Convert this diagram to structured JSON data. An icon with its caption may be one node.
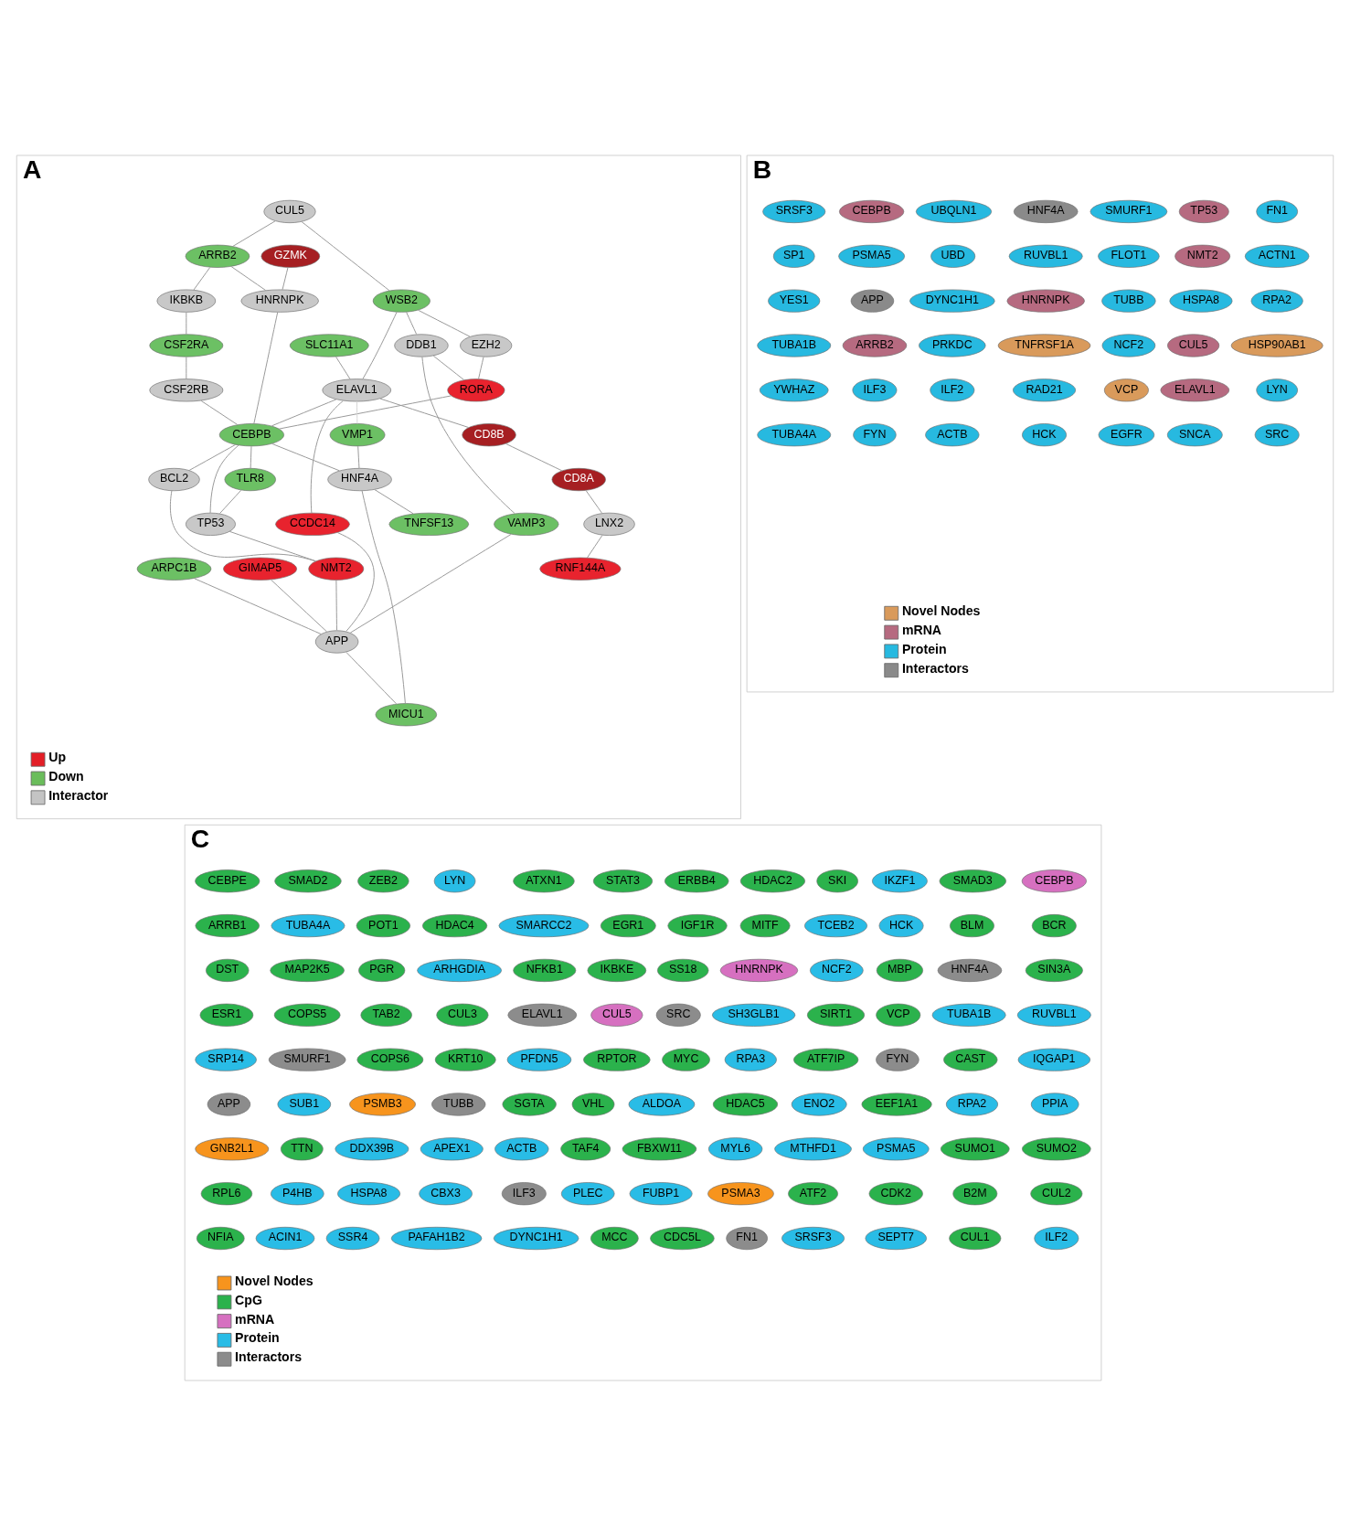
{
  "diagram": {
    "nodes": [
      {
        "text": [
          "A"
        ]
      },
      {
        "text": [
          "CUL5"
        ],
        "in": 0
      },
      {
        "text": [
          "ARRB2"
        ],
        "in": 0
      },
      {
        "text": [
          "IKBKB"
        ],
        "in": 0
      },
      {
        "text": [
          "CSF2RA"
        ],
        "in": 0
      },
      {
        "text": [
          "GZMK"
        ],
        "in": 0
      },
      {
        "text": [
          "WSB2"
        ],
        "in": 0
      },
      {
        "text": [
          "HNRNPK"
        ],
        "in": 0
      },
      {
        "text": [
          "CSF2RB"
        ],
        "in": 0
      },
      {
        "text": [
          "DDB1"
        ],
        "in": 0
      },
      {
        "text": [
          "EZH2"
        ],
        "in": 0
      },
      {
        "text": [
          "VAMP3"
        ],
        "in": 0
      },
      {
        "text": [
          "SLC11A1"
        ],
        "in": 0
      },
      {
        "text": [
          "RORA"
        ],
        "in": 0
      },
      {
        "text": [
          "CEBPB"
        ],
        "in": 0
      },
      {
        "text": [
          "ELAVL1"
        ],
        "in": 0
      },
      {
        "text": [
          "TLR8"
        ],
        "in": 0
      },
      {
        "text": [
          "GIMAP5"
        ],
        "in": 0
      },
      {
        "text": [
          "TP53"
        ],
        "in": 0
      },
      {
        "text": [
          "BCL2"
        ],
        "in": 0
      },
      {
        "text": [
          "CD8B"
        ],
        "in": 0
      },
      {
        "text": [
          "VMP1"
        ],
        "in": 0
      },
      {
        "text": [
          "NMT2"
        ],
        "in": 0
      },
      {
        "text": [
          "ARPC1B"
        ],
        "in": 0
      },
      {
        "text": [
          "CD8A"
        ],
        "in": 0
      },
      {
        "text": [
          "HNF4A"
        ],
        "in": 0
      },
      {
        "text": [
          "CCDC14"
        ],
        "in": 0
      },
      {
        "text": [
          "APP"
        ],
        "in": 0
      },
      {
        "text": [
          "LNX2"
        ],
        "in": 0
      },
      {
        "text": [
          "RNF144A"
        ],
        "in": 0
      },
      {
        "text": [
          "MICU1"
        ],
        "in": 0
      },
      {
        "text": [
          "TNFSF13"
        ],
        "in": 0
      },
      {
        "text": [
          "B"
        ]
      },
      {
        "text": [
          "FN1"
        ],
        "in": 32
      },
      {
        "text": [
          "TP53"
        ],
        "in": 32
      },
      {
        "text": [
          "SMURF1"
        ],
        "in": 32
      },
      {
        "text": [
          "HNF4A"
        ],
        "in": 32
      },
      {
        "text": [
          "UBQLN1"
        ],
        "in": 32
      },
      {
        "text": [
          "CEBPB"
        ],
        "in": 32
      },
      {
        "text": [
          "SRSF3"
        ],
        "in": 32
      },
      {
        "text": [
          "ACTN1"
        ],
        "in": 32
      },
      {
        "text": [
          "NMT2"
        ],
        "in": 32
      },
      {
        "text": [
          "FLOT1"
        ],
        "in": 32
      },
      {
        "text": [
          "RUVBL1"
        ],
        "in": 32
      },
      {
        "text": [
          "UBD"
        ],
        "in": 32
      },
      {
        "text": [
          "PSMA5"
        ],
        "in": 32
      },
      {
        "text": [
          "SP1"
        ],
        "in": 32
      },
      {
        "text": [
          "RPA2"
        ],
        "in": 32
      },
      {
        "text": [
          "HSPA8"
        ],
        "in": 32
      },
      {
        "text": [
          "TUBB"
        ],
        "in": 32
      },
      {
        "text": [
          "HNRNPK"
        ],
        "in": 32
      },
      {
        "text": [
          "DYNC1H1"
        ],
        "in": 32
      },
      {
        "text": [
          "APP"
        ],
        "in": 32
      },
      {
        "text": [
          "YES1"
        ],
        "in": 32
      },
      {
        "text": [
          "HSP90AB1"
        ],
        "in": 32
      },
      {
        "text": [
          "CUL5"
        ],
        "in": 32
      },
      {
        "text": [
          "NCF2"
        ],
        "in": 32
      },
      {
        "text": [
          "TNFRSF1A"
        ],
        "in": 32
      },
      {
        "text": [
          "PRKDC"
        ],
        "in": 32
      },
      {
        "text": [
          "ARRB2"
        ],
        "in": 32
      },
      {
        "text": [
          "TUBA1B"
        ],
        "in": 32
      },
      {
        "text": [
          "LYN"
        ],
        "in": 32
      },
      {
        "text": [
          "ELAVL1"
        ],
        "in": 32
      },
      {
        "text": [
          "VCP"
        ],
        "in": 32
      },
      {
        "text": [
          "RAD21"
        ],
        "in": 32
      },
      {
        "text": [
          "ILF2"
        ],
        "in": 32
      },
      {
        "text": [
          "ILF3"
        ],
        "in": 32
      },
      {
        "text": [
          "YWHAZ"
        ],
        "in": 32
      },
      {
        "text": [
          "SRC"
        ],
        "in": 32
      },
      {
        "text": [
          "SNCA"
        ],
        "in": 32
      },
      {
        "text": [
          "EGFR"
        ],
        "in": 32
      },
      {
        "text": [
          "HCK"
        ],
        "in": 32
      },
      {
        "text": [
          "ACTB"
        ],
        "in": 32
      },
      {
        "text": [
          "FYN"
        ],
        "in": 32
      },
      {
        "text": [
          "TUBA4A"
        ],
        "in": 32
      },
      {
        "text": [
          "C"
        ]
      },
      {
        "text": [
          "CEBPB"
        ],
        "in": 75
      },
      {
        "text": [
          "SMAD3"
        ],
        "in": 75
      },
      {
        "text": [
          "IKZF1"
        ],
        "in": 75
      },
      {
        "text": [
          "SKI"
        ],
        "in": 75
      },
      {
        "text": [
          "HDAC2"
        ],
        "in": 75
      },
      {
        "text": [
          "ERBB4"
        ],
        "in": 75
      },
      {
        "text": [
          "STAT3"
        ],
        "in": 75
      },
      {
        "text": [
          "ATXN1"
        ],
        "in": 75
      },
      {
        "text": [
          "LYN"
        ],
        "in": 75
      },
      {
        "text": [
          "ZEB2"
        ],
        "in": 75
      },
      {
        "text": [
          "SMAD2"
        ],
        "in": 75
      },
      {
        "text": [
          "CEBPE"
        ],
        "in": 75
      },
      {
        "text": [
          "BCR"
        ],
        "in": 75
      },
      {
        "text": [
          "BLM"
        ],
        "in": 75
      },
      {
        "text": [
          "HCK"
        ],
        "in": 75
      },
      {
        "text": [
          "TCEB2"
        ],
        "in": 75
      },
      {
        "text": [
          "MITF"
        ],
        "in": 75
      },
      {
        "text": [
          "IGF1R"
        ],
        "in": 75
      },
      {
        "text": [
          "EGR1"
        ],
        "in": 75
      },
      {
        "text": [
          "SMARCC2"
        ],
        "in": 75
      },
      {
        "text": [
          "HDAC4"
        ],
        "in": 75
      },
      {
        "text": [
          "POT1"
        ],
        "in": 75
      },
      {
        "text": [
          "TUBA4A"
        ],
        "in": 75
      },
      {
        "text": [
          "ARRB1"
        ],
        "in": 75
      },
      {
        "text": [
          "SIN3A"
        ],
        "in": 75
      },
      {
        "text": [
          "HNF4A"
        ],
        "in": 75
      },
      {
        "text": [
          "MBP"
        ],
        "in": 75
      },
      {
        "text": [
          "NCF2"
        ],
        "in": 75
      },
      {
        "text": [
          "HNRNPK"
        ],
        "in": 75
      },
      {
        "text": [
          "SS18"
        ],
        "in": 75
      },
      {
        "text": [
          "IKBKE"
        ],
        "in": 75
      },
      {
        "text": [
          "NFKB1"
        ],
        "in": 75
      },
      {
        "text": [
          "ARHGDIA"
        ],
        "in": 75
      },
      {
        "text": [
          "PGR"
        ],
        "in": 75
      },
      {
        "text": [
          "MAP2K5"
        ],
        "in": 75
      },
      {
        "text": [
          "DST"
        ],
        "in": 75
      },
      {
        "text": [
          "RUVBL1"
        ],
        "in": 75
      },
      {
        "text": [
          "TUBA1B"
        ],
        "in": 75
      },
      {
        "text": [
          "VCP"
        ],
        "in": 75
      },
      {
        "text": [
          "SIRT1"
        ],
        "in": 75
      },
      {
        "text": [
          "SH3GLB1"
        ],
        "in": 75
      },
      {
        "text": [
          "SRC"
        ],
        "in": 75
      },
      {
        "text": [
          "CUL5"
        ],
        "in": 75
      },
      {
        "text": [
          "ELAVL1"
        ],
        "in": 75
      },
      {
        "text": [
          "CUL3"
        ],
        "in": 75
      },
      {
        "text": [
          "TAB2"
        ],
        "in": 75
      },
      {
        "text": [
          "COPS5"
        ],
        "in": 75
      },
      {
        "text": [
          "ESR1"
        ],
        "in": 75
      },
      {
        "text": [
          "IQGAP1"
        ],
        "in": 75
      },
      {
        "text": [
          "CAST"
        ],
        "in": 75
      },
      {
        "text": [
          "FYN"
        ],
        "in": 75
      },
      {
        "text": [
          "ATF7IP"
        ],
        "in": 75
      },
      {
        "text": [
          "RPA3"
        ],
        "in": 75
      },
      {
        "text": [
          "MYC"
        ],
        "in": 75
      },
      {
        "text": [
          "RPTOR"
        ],
        "in": 75
      },
      {
        "text": [
          "PFDN5"
        ],
        "in": 75
      },
      {
        "text": [
          "KRT10"
        ],
        "in": 75
      },
      {
        "text": [
          "COPS6"
        ],
        "in": 75
      },
      {
        "text": [
          "SMURF1"
        ],
        "in": 75
      },
      {
        "text": [
          "SRP14"
        ],
        "in": 75
      },
      {
        "text": [
          "PPIA"
        ],
        "in": 75
      },
      {
        "text": [
          "RPA2"
        ],
        "in": 75
      },
      {
        "text": [
          "EEF1A1"
        ],
        "in": 75
      },
      {
        "text": [
          "ENO2"
        ],
        "in": 75
      },
      {
        "text": [
          "HDAC5"
        ],
        "in": 75
      },
      {
        "text": [
          "ALDOA"
        ],
        "in": 75
      },
      {
        "text": [
          "VHL"
        ],
        "in": 75
      },
      {
        "text": [
          "SGTA"
        ],
        "in": 75
      },
      {
        "text": [
          "TUBB"
        ],
        "in": 75
      },
      {
        "text": [
          "PSMB3"
        ],
        "in": 75
      },
      {
        "text": [
          "SUB1"
        ],
        "in": 75
      },
      {
        "text": [
          "APP"
        ],
        "in": 75
      },
      {
        "text": [
          "SUMO2"
        ],
        "in": 75
      },
      {
        "text": [
          "SUMO1"
        ],
        "in": 75
      },
      {
        "text": [
          "PSMA5"
        ],
        "in": 75
      },
      {
        "text": [
          "MTHFD1"
        ],
        "in": 75
      },
      {
        "text": [
          "MYL6"
        ],
        "in": 75
      },
      {
        "text": [
          "FBXW11"
        ],
        "in": 75
      },
      {
        "text": [
          "TAF4"
        ],
        "in": 75
      },
      {
        "text": [
          "ACTB"
        ],
        "in": 75
      },
      {
        "text": [
          "APEX1"
        ],
        "in": 75
      },
      {
        "text": [
          "DDX39B"
        ],
        "in": 75
      },
      {
        "text": [
          "TTN"
        ],
        "in": 75
      },
      {
        "text": [
          "GNB2L1"
        ],
        "in": 75
      },
      {
        "text": [
          "CUL2"
        ],
        "in": 75
      },
      {
        "text": [
          "B2M"
        ],
        "in": 75
      },
      {
        "text": [
          "CDK2"
        ],
        "in": 75
      },
      {
        "text": [
          "ATF2"
        ],
        "in": 75
      },
      {
        "text": [
          "PSMA3"
        ],
        "in": 75
      },
      {
        "text": [
          "FUBP1"
        ],
        "in": 75
      },
      {
        "text": [
          "PLEC"
        ],
        "in": 75
      },
      {
        "text": [
          "ILF3"
        ],
        "in": 75
      },
      {
        "text": [
          "CBX3"
        ],
        "in": 75
      },
      {
        "text": [
          "HSPA8"
        ],
        "in": 75
      },
      {
        "text": [
          "P4HB"
        ],
        "in": 75
      },
      {
        "text": [
          "RPL6"
        ],
        "in": 75
      },
      {
        "text": [
          "ILF2"
        ],
        "in": 75
      },
      {
        "text": [
          "CUL1"
        ],
        "in": 75
      },
      {
        "text": [
          "SEPT7"
        ],
        "in": 75
      },
      {
        "text": [
          "SRSF3"
        ],
        "in": 75
      },
      {
        "text": [
          "FN1"
        ],
        "in": 75
      },
      {
        "text": [
          "CDC5L"
        ],
        "in": 75
      },
      {
        "text": [
          "MCC"
        ],
        "in": 75
      },
      {
        "text": [
          "DYNC1H1"
        ],
        "in": 75
      },
      {
        "text": [
          "PAFAH1B2"
        ],
        "in": 75
      },
      {
        "text": [
          "SSR4"
        ],
        "in": 75
      },
      {
        "text": [
          "ACIN1"
        ],
        "in": 75
      },
      {
        "text": [
          "NFIA"
        ],
        "in": 75
      }
    ],
    "edges": [
      {
        "from": 1,
        "to": 2,
        "arrow": "none"
      },
      {
        "from": 2,
        "to": 3,
        "arrow": "none"
      },
      {
        "from": 3,
        "to": 4,
        "arrow": "none"
      },
      {
        "from": 1,
        "to": 6,
        "arrow": "none"
      },
      {
        "from": 2,
        "to": 7,
        "arrow": "none"
      },
      {
        "from": 5,
        "to": 7,
        "arrow": "none"
      },
      {
        "from": 4,
        "to": 8,
        "arrow": "none"
      },
      {
        "from": 6,
        "to": 9,
        "arrow": "none"
      },
      {
        "from": 6,
        "to": 10,
        "arrow": "none"
      },
      {
        "from": 6,
        "to": 15,
        "arrow": "none"
      },
      {
        "from": 9,
        "to": 11,
        "arrow": "none"
      },
      {
        "from": 9,
        "to": 13,
        "arrow": "none"
      },
      {
        "from": 10,
        "to": 13,
        "arrow": "none"
      },
      {
        "from": 7,
        "to": 14,
        "arrow": "none"
      },
      {
        "from": 8,
        "to": 14,
        "arrow": "none"
      },
      {
        "from": 13,
        "to": 14,
        "arrow": "none"
      },
      {
        "from": 12,
        "to": 15,
        "arrow": "none"
      },
      {
        "from": 15,
        "to": 14,
        "arrow": "none"
      },
      {
        "from": 14,
        "to": 16,
        "arrow": "none"
      },
      {
        "from": 14,
        "to": 18,
        "arrow": "none"
      },
      {
        "from": 16,
        "to": 18,
        "arrow": "none"
      },
      {
        "from": 14,
        "to": 19,
        "arrow": "none"
      },
      {
        "from": 14,
        "to": 25,
        "arrow": "none"
      },
      {
        "from": 15,
        "to": 20,
        "arrow": "none"
      },
      {
        "from": 15,
        "to": 21,
        "arrow": "none",
        "color": "#d6d6d6"
      },
      {
        "from": 15,
        "to": 26,
        "arrow": "none"
      },
      {
        "from": 18,
        "to": 22,
        "arrow": "none"
      },
      {
        "from": 19,
        "to": 22,
        "arrow": "none"
      },
      {
        "from": 11,
        "to": 27,
        "arrow": "none"
      },
      {
        "from": 17,
        "to": 27,
        "arrow": "none"
      },
      {
        "from": 23,
        "to": 27,
        "arrow": "none"
      },
      {
        "from": 22,
        "to": 27,
        "arrow": "none"
      },
      {
        "from": 26,
        "to": 27,
        "arrow": "none"
      },
      {
        "from": 21,
        "to": 25,
        "arrow": "none"
      },
      {
        "from": 20,
        "to": 24,
        "arrow": "none"
      },
      {
        "from": 24,
        "to": 28,
        "arrow": "none"
      },
      {
        "from": 28,
        "to": 29,
        "arrow": "none"
      },
      {
        "from": 25,
        "to": 31,
        "arrow": "none"
      },
      {
        "from": 25,
        "to": 30,
        "arrow": "none"
      },
      {
        "from": 27,
        "to": 30,
        "arrow": "none"
      }
    ],
    "legend": [
      {
        "text": "Up",
        "color": "#e31e26"
      },
      {
        "text": "Down",
        "color": "#6abd5b"
      },
      {
        "text": "Interactor",
        "color": "#c4c4c4"
      },
      {
        "text": "Novel Nodes",
        "color": "#d99a5b"
      },
      {
        "text": "mRNA",
        "color": "#b66a80"
      },
      {
        "text": "Protein",
        "color": "#27b9e0"
      },
      {
        "text": "Interactors",
        "color": "#8a8a8a"
      },
      {
        "text": "Novel Nodes",
        "color": "#f7941d"
      },
      {
        "text": "CpG",
        "color": "#2bb24c"
      },
      {
        "text": "mRNA",
        "color": "#d670c0"
      },
      {
        "text": "Protein",
        "color": "#29bce6"
      },
      {
        "text": "Interactors",
        "color": "#8c8c8c"
      }
    ]
  }
}
